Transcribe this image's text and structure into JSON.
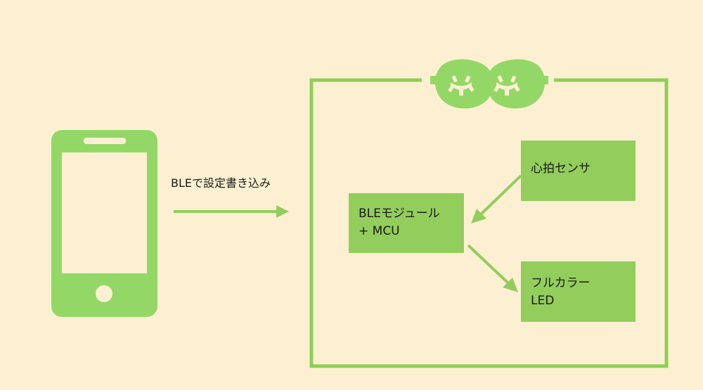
{
  "colors": {
    "background": "#fdf0d2",
    "phone": "#93d866",
    "frame": "#8fcf55",
    "box": "#93cd5c",
    "text": "#1a1a1a"
  },
  "phone": {
    "icon": "smartphone-icon"
  },
  "link": {
    "label": "BLEで設定書き込み"
  },
  "device": {
    "icon": "sleep-mask-icon",
    "components": {
      "ble_mcu": {
        "line1": "BLEモジュール",
        "line2": "+ MCU"
      },
      "heart_sensor": {
        "line1": "心拍センサ"
      },
      "led": {
        "line1": "フルカラー",
        "line2": "LED"
      }
    }
  }
}
